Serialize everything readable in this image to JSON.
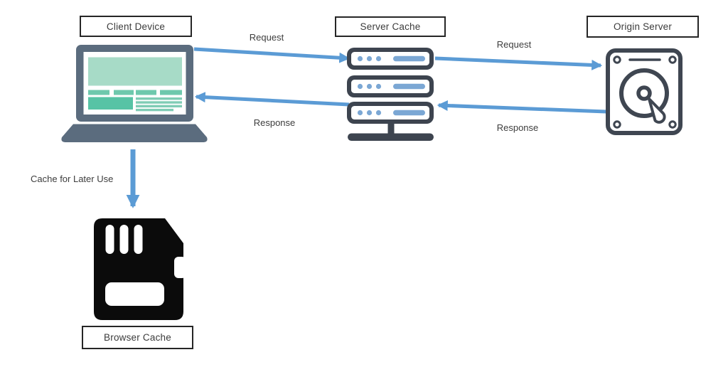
{
  "nodes": {
    "client_device": "Client Device",
    "server_cache": "Server Cache",
    "origin_server": "Origin Server",
    "browser_cache": "Browser Cache"
  },
  "edges": {
    "request_client_to_cache": "Request",
    "response_cache_to_client": "Response",
    "request_cache_to_origin": "Request",
    "response_origin_to_cache": "Response",
    "cache_for_later_use": "Cache for Later Use"
  },
  "icons": {
    "client_device": "laptop-icon",
    "server_cache": "server-stack-icon",
    "origin_server": "hard-drive-icon",
    "browser_cache": "sd-card-icon"
  },
  "colors": {
    "arrow_blue": "#5b9bd5",
    "laptop_frame": "#5b6c7e",
    "screen_hero_green": "#a7dbc7",
    "screen_mid_green": "#57c3a5",
    "screen_soft_green": "#7fccb5",
    "screen_nav_green": "#6ec8ad",
    "server_dark": "#3d444f",
    "server_blue": "#7ba7d4",
    "hdd_stroke": "#3f4651",
    "sd_card_black": "#0b0b0b",
    "box_border": "#262626",
    "label_text": "#3d3d3d"
  }
}
